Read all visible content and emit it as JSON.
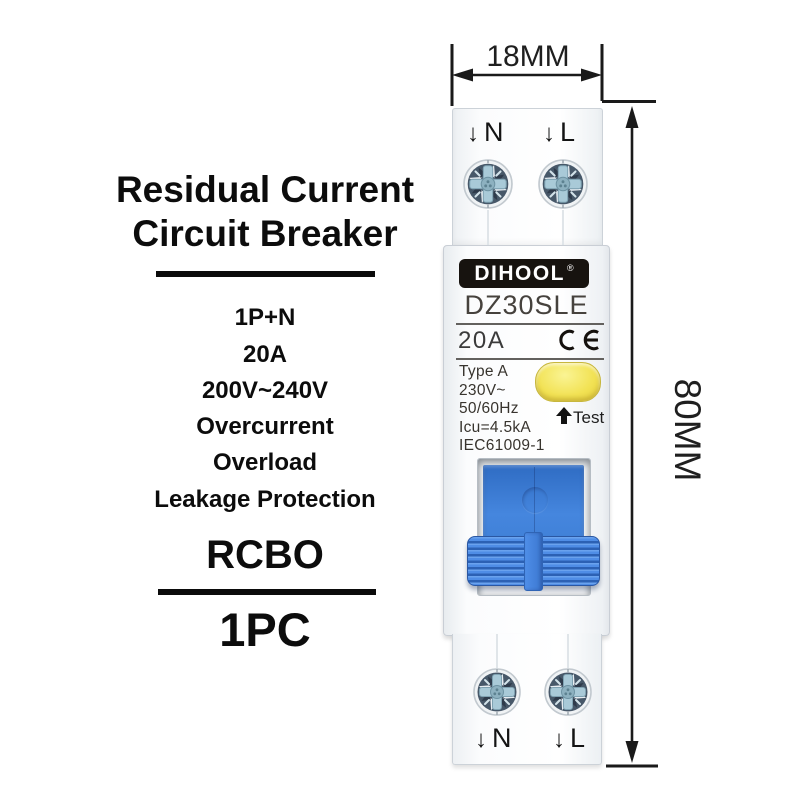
{
  "left_panel": {
    "title_line1": "Residual Current",
    "title_line2": "Circuit Breaker",
    "specs": [
      "1P+N",
      "20A",
      "200V~240V",
      "Overcurrent",
      "Overload",
      "Leakage Protection"
    ],
    "category": "RCBO",
    "quantity": "1PC"
  },
  "dimensions": {
    "width_label": "18MM",
    "height_label": "80MM"
  },
  "breaker": {
    "brand": "DIHOOL",
    "registered_mark": "®",
    "model": "DZ30SLE",
    "rating": "20A",
    "ce_mark": "CE",
    "spec_lines": [
      "Type A",
      "230V~",
      "50/60Hz",
      "Icu=4.5kA",
      "IEC61009-1"
    ],
    "test_label": "Test",
    "terminals": {
      "top": [
        {
          "arrow": "↓",
          "letter": "N"
        },
        {
          "arrow": "↓",
          "letter": "L"
        }
      ],
      "bottom": [
        {
          "arrow": "↓",
          "letter": "N"
        },
        {
          "arrow": "↓",
          "letter": "L"
        }
      ]
    },
    "icons": {
      "test_arrow": "up-arrow-icon",
      "terminal_screw": "screw-icon",
      "ce_logo": "ce-mark-icon"
    },
    "colors": {
      "toggle_blue": "#3f7fd6",
      "test_button_yellow": "#f2e254",
      "brand_label_bg": "#17130f",
      "screw_teal": "#a9cad8"
    }
  }
}
